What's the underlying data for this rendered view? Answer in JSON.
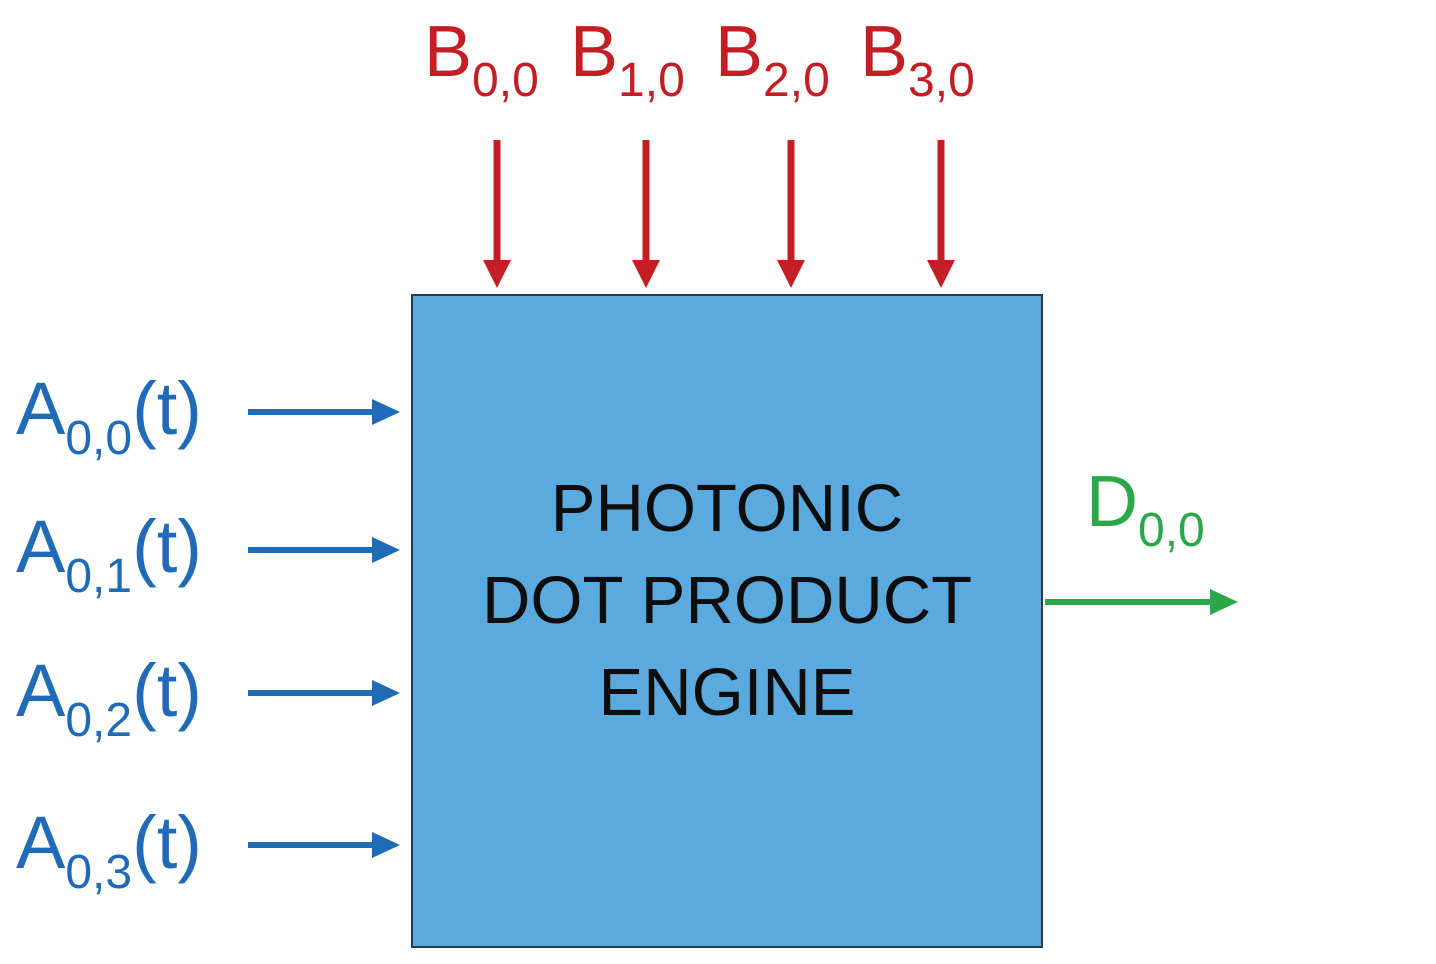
{
  "colors": {
    "box_fill": "#5aaae0",
    "input_b": "#c41e24",
    "input_a": "#1f6bb8",
    "output_d": "#2aa84a"
  },
  "engine": {
    "lines": [
      "PHOTONIC",
      "DOT PRODUCT",
      "ENGINE"
    ]
  },
  "inputs_b": [
    {
      "base": "B",
      "sub": "0,0"
    },
    {
      "base": "B",
      "sub": "1,0"
    },
    {
      "base": "B",
      "sub": "2,0"
    },
    {
      "base": "B",
      "sub": "3,0"
    }
  ],
  "inputs_a": [
    {
      "base": "A",
      "sub": "0,0",
      "suffix": "(t)"
    },
    {
      "base": "A",
      "sub": "0,1",
      "suffix": "(t)"
    },
    {
      "base": "A",
      "sub": "0,2",
      "suffix": "(t)"
    },
    {
      "base": "A",
      "sub": "0,3",
      "suffix": "(t)"
    }
  ],
  "output_d": {
    "base": "D",
    "sub": "0,0"
  }
}
